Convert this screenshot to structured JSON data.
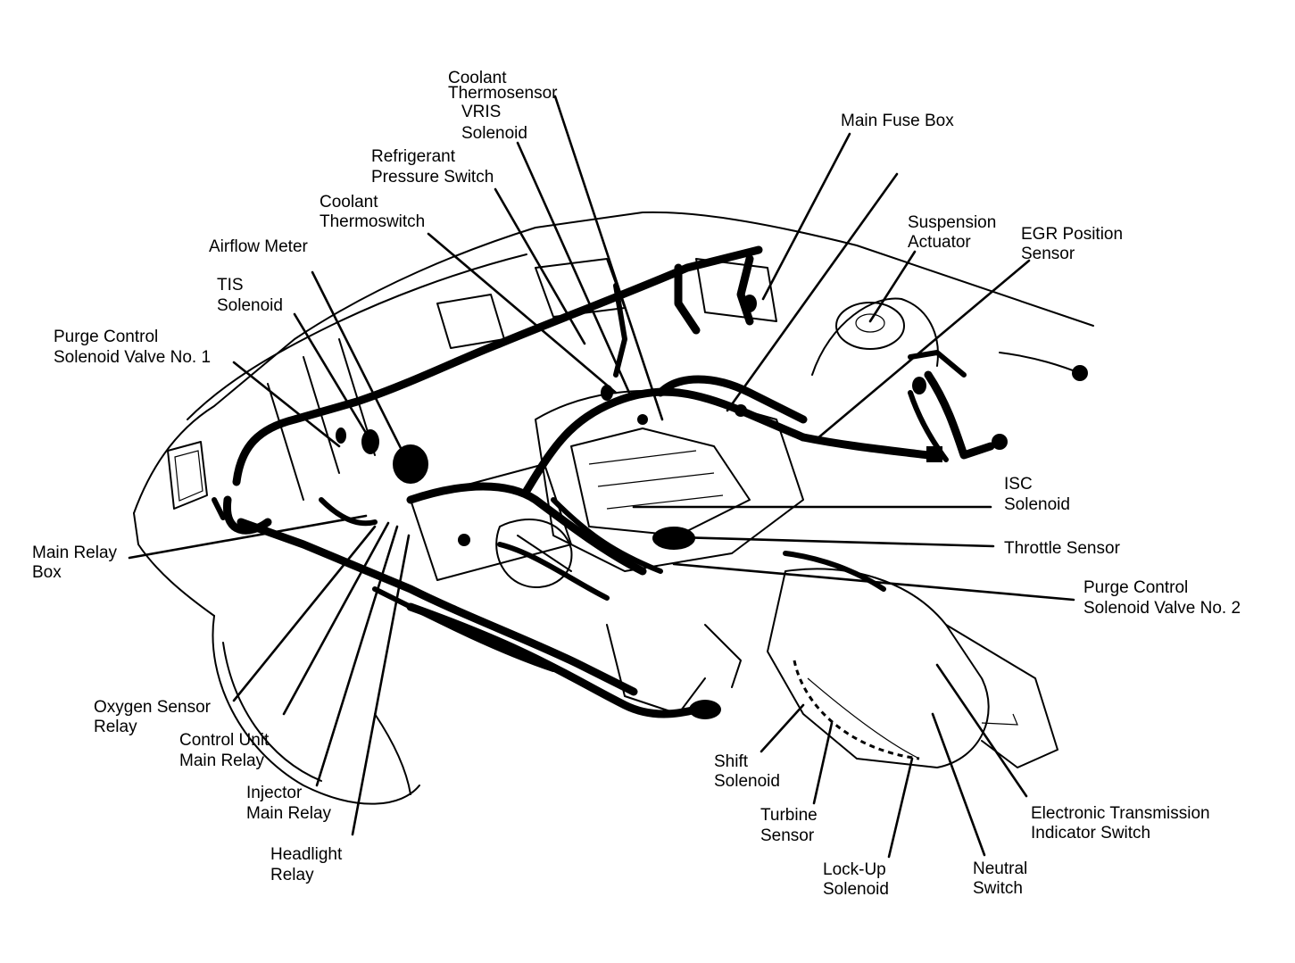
{
  "labels": {
    "coolant_thermosensor": [
      "Coolant",
      "Thermosensor"
    ],
    "vris_solenoid": [
      "VRIS",
      "Solenoid"
    ],
    "refrigerant_pressure_switch": [
      "Refrigerant",
      "Pressure Switch"
    ],
    "coolant_thermoswitch": [
      "Coolant",
      "Thermoswitch"
    ],
    "airflow_meter": [
      "Airflow Meter"
    ],
    "tis_solenoid": [
      "TIS",
      "Solenoid"
    ],
    "purge_control_solenoid_valve_1": [
      "Purge Control",
      "Solenoid Valve No. 1"
    ],
    "main_fuse_box": [
      "Main Fuse Box"
    ],
    "suspension_actuator": [
      "Suspension",
      "Actuator"
    ],
    "egr_position_sensor": [
      "EGR Position",
      "Sensor"
    ],
    "isc_solenoid": [
      "ISC",
      "Solenoid"
    ],
    "throttle_sensor": [
      "Throttle Sensor"
    ],
    "purge_control_solenoid_valve_2": [
      "Purge Control",
      "Solenoid Valve No. 2"
    ],
    "main_relay_box": [
      "Main Relay",
      "Box"
    ],
    "oxygen_sensor_relay": [
      "Oxygen Sensor",
      "Relay"
    ],
    "control_unit_main_relay": [
      "Control Unit",
      "Main Relay"
    ],
    "injector_main_relay": [
      "Injector",
      "Main Relay"
    ],
    "headlight_relay": [
      "Headlight",
      "Relay"
    ],
    "shift_solenoid": [
      "Shift",
      "Solenoid"
    ],
    "turbine_sensor": [
      "Turbine",
      "Sensor"
    ],
    "lock_up_solenoid": [
      "Lock-Up",
      "Solenoid"
    ],
    "neutral_switch": [
      "Neutral",
      "Switch"
    ],
    "electronic_transmission_indicator_switch": [
      "Electronic Transmission",
      "Indicator Switch"
    ]
  },
  "colors": {
    "ink": "#000000",
    "paper": "#ffffff"
  }
}
